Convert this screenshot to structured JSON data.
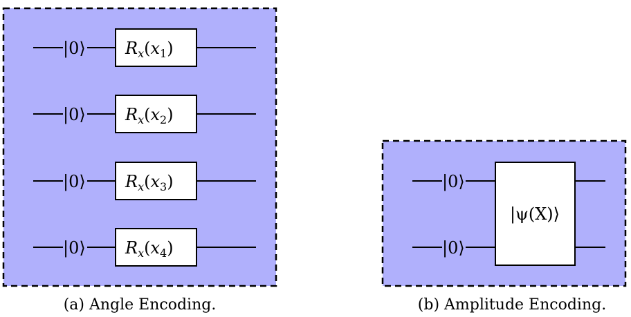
{
  "panels": [
    {
      "caption": "(a) Angle Encoding.",
      "fill_color": "#b0b0fc",
      "wires": [
        {
          "input": "|0⟩",
          "gate": "Rx(x1)",
          "gate_main": "R",
          "gate_sub": "x",
          "arg": "x",
          "arg_sub": "1"
        },
        {
          "input": "|0⟩",
          "gate": "Rx(x2)",
          "gate_main": "R",
          "gate_sub": "x",
          "arg": "x",
          "arg_sub": "2"
        },
        {
          "input": "|0⟩",
          "gate": "Rx(x3)",
          "gate_main": "R",
          "gate_sub": "x",
          "arg": "x",
          "arg_sub": "3"
        },
        {
          "input": "|0⟩",
          "gate": "Rx(x4)",
          "gate_main": "R",
          "gate_sub": "x",
          "arg": "x",
          "arg_sub": "4"
        }
      ]
    },
    {
      "caption": "(b) Amplitude Encoding.",
      "fill_color": "#b0b0fc",
      "wires": [
        {
          "input": "|0⟩"
        },
        {
          "input": "|0⟩"
        }
      ],
      "gate": "|ψ(X)⟩"
    }
  ]
}
